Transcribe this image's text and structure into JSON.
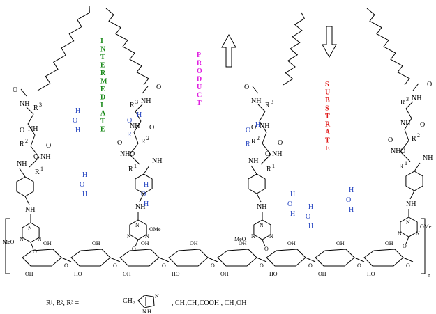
{
  "labels": {
    "intermediate": "INTERMEDIATE",
    "product": "PRODUCT",
    "substrate": "SUBSTRATE"
  },
  "colors": {
    "intermediate": "#1a8a1a",
    "product": "#e020e0",
    "substrate": "#e01818",
    "water": "#1f3fbf",
    "bonds": "#000000"
  },
  "arrows": {
    "product_direction": "up",
    "substrate_direction": "down"
  },
  "atoms": {
    "O": "O",
    "NH": "NH",
    "N": "N",
    "H": "H",
    "R": "R",
    "R1": "R",
    "R2": "R",
    "R3": "R",
    "sup1": "1",
    "sup2": "2",
    "sup3": "3",
    "OH": "OH",
    "HO": "HO",
    "OMe": "OMe",
    "MeO": "MeO",
    "bracket_n": "n"
  },
  "legend": {
    "r_group_prefix": "R¹, R², R³ =",
    "imidazole_ch2": "CH₂",
    "imidazole_n": "N",
    "imidazole_nh": "N",
    "imidazole_h": "H",
    "other_groups": ", CH₂CH₂COOH , CH₂OH"
  }
}
